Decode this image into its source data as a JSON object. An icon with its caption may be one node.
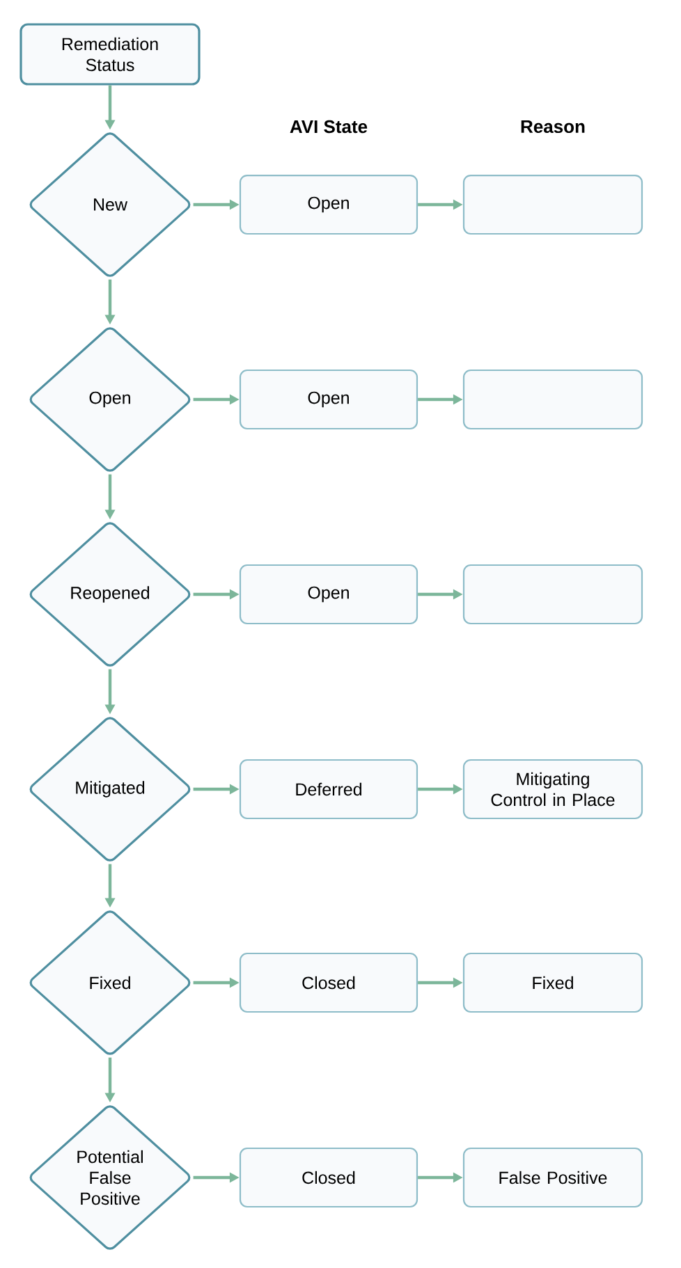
{
  "diagram": {
    "nodes": [
      {
        "text": [
          "Remediation Status"
        ]
      },
      {
        "text": [
          "New"
        ]
      },
      {
        "text": [
          "Open"
        ]
      },
      {
        "text": [],
        "shape": "box"
      },
      {
        "text": [
          "Open"
        ]
      },
      {
        "text": [
          "Open"
        ]
      },
      {
        "text": [],
        "shape": "box"
      },
      {
        "text": [
          "Reopened"
        ]
      },
      {
        "text": [
          "Open"
        ]
      },
      {
        "text": [],
        "shape": "box"
      },
      {
        "text": [
          "Mitigated"
        ]
      },
      {
        "text": [
          "Deferred"
        ]
      },
      {
        "text": [
          "Mitigating Control in Place"
        ]
      },
      {
        "text": [
          "Fixed"
        ]
      },
      {
        "text": [
          "Closed"
        ]
      },
      {
        "text": [
          "Fixed"
        ]
      },
      {
        "text": [
          "Potential False Positive"
        ]
      },
      {
        "text": [
          "Closed"
        ]
      },
      {
        "text": [
          "False Positive"
        ]
      }
    ],
    "edges": [
      {
        "from": 0,
        "to": 1,
        "arrow": "to"
      },
      {
        "from": 1,
        "to": 2,
        "arrow": "to"
      },
      {
        "from": 2,
        "to": 3,
        "arrow": "to"
      },
      {
        "from": 1,
        "to": 4,
        "arrow": "to"
      },
      {
        "from": 4,
        "to": 5,
        "arrow": "to"
      },
      {
        "from": 5,
        "to": 6,
        "arrow": "to"
      },
      {
        "from": 4,
        "to": 7,
        "arrow": "to"
      },
      {
        "from": 7,
        "to": 8,
        "arrow": "to"
      },
      {
        "from": 8,
        "to": 9,
        "arrow": "to"
      },
      {
        "from": 7,
        "to": 10,
        "arrow": "to"
      },
      {
        "from": 10,
        "to": 11,
        "arrow": "to"
      },
      {
        "from": 11,
        "to": 12,
        "arrow": "to"
      },
      {
        "from": 10,
        "to": 13,
        "arrow": "to"
      },
      {
        "from": 13,
        "to": 14,
        "arrow": "to"
      },
      {
        "from": 14,
        "to": 15,
        "arrow": "to"
      },
      {
        "from": 13,
        "to": 16,
        "arrow": "to"
      },
      {
        "from": 16,
        "to": 17,
        "arrow": "to"
      },
      {
        "from": 17,
        "to": 18,
        "arrow": "to"
      }
    ],
    "labels": [
      "AVI State",
      "Reason"
    ]
  }
}
